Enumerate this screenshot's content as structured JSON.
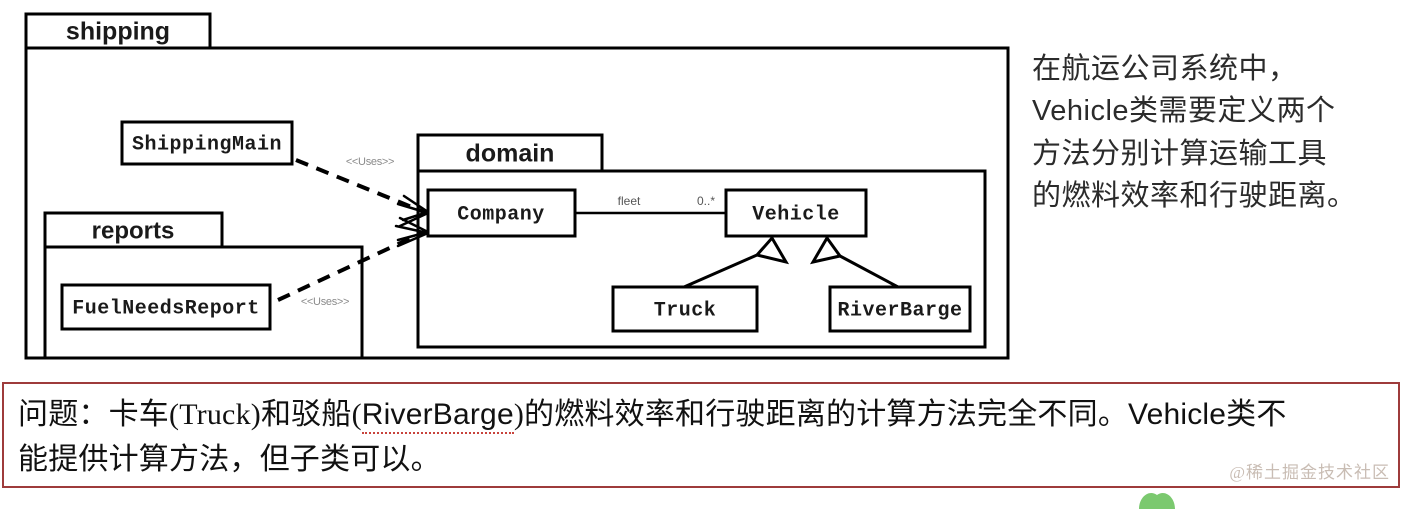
{
  "diagram": {
    "type": "uml-package-class-diagram",
    "packages": [
      {
        "id": "shipping",
        "label": "shipping"
      },
      {
        "id": "reports",
        "label": "reports"
      },
      {
        "id": "domain",
        "label": "domain"
      }
    ],
    "classes": [
      {
        "id": "shippingmain",
        "label": "ShippingMain",
        "package": "shipping"
      },
      {
        "id": "fuelneedsreport",
        "label": "FuelNeedsReport",
        "package": "reports"
      },
      {
        "id": "company",
        "label": "Company",
        "package": "domain"
      },
      {
        "id": "vehicle",
        "label": "Vehicle",
        "package": "domain"
      },
      {
        "id": "truck",
        "label": "Truck",
        "package": "domain"
      },
      {
        "id": "riverbarge",
        "label": "RiverBarge",
        "package": "domain"
      }
    ],
    "associations": [
      {
        "from": "company",
        "to": "vehicle",
        "kind": "association",
        "role_label": "fleet",
        "multiplicity": "0..*"
      }
    ],
    "dependencies": [
      {
        "from": "shippingmain",
        "to": "company",
        "stereotype": "<<Uses>>"
      },
      {
        "from": "fuelneedsreport",
        "to": "company",
        "stereotype": "<<Uses>>"
      }
    ],
    "generalizations": [
      {
        "from": "truck",
        "to": "vehicle"
      },
      {
        "from": "riverbarge",
        "to": "vehicle"
      }
    ]
  },
  "annotation": {
    "lines": [
      "在航运公司系统中，",
      "Vehicle类需要定义两个",
      "方法分别计算运输工具",
      "的燃料效率和行驶距离。"
    ],
    "line2_latin": "Vehicle",
    "line2_rest": "类需要定义两个"
  },
  "question": {
    "label": "问题：",
    "line1_a": "卡车(Truck)和驳船(",
    "line1_misspelled": "RiverBarge",
    "line1_b": ")的燃料效率和行驶距离的计算方法完全不同。",
    "line1_latin": "Vehicle",
    "line1_c": "类不",
    "line2": "能提供计算方法，但子类可以。",
    "border_color": "#9e3b3b"
  },
  "watermark": {
    "text": "@稀土掘金技术社区",
    "leaf_color": "#7bc96f"
  }
}
